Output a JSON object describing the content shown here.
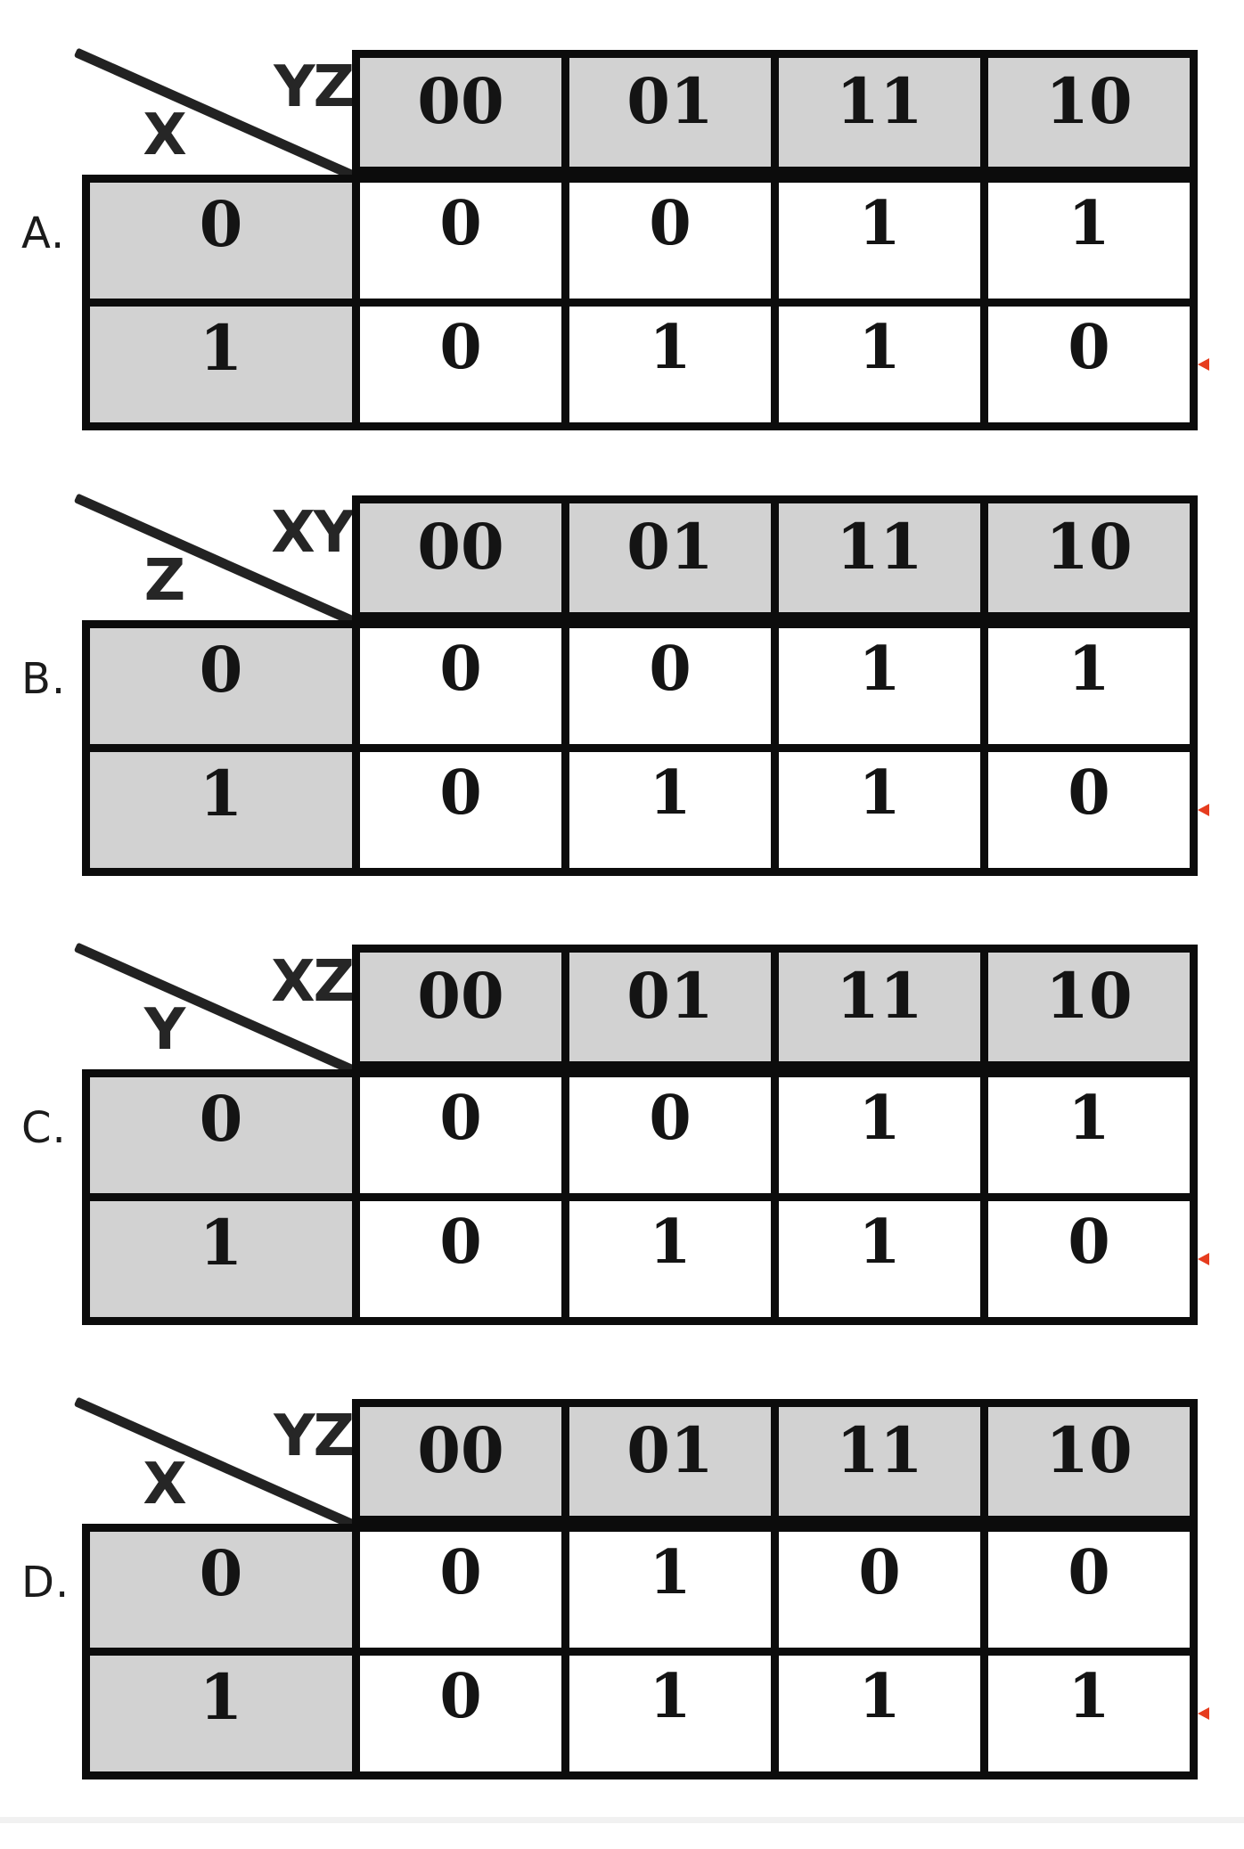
{
  "colors": {
    "header_fill": "#d2d2d2",
    "cell_fill": "#ffffff",
    "grid_border": "#0c0c0c",
    "digit": "#141414",
    "marker_red": "#e63c1e"
  },
  "maps": [
    {
      "option_label": "A.",
      "top_var": "YZ",
      "side_var": "X",
      "col_headers": [
        "00",
        "01",
        "11",
        "10"
      ],
      "rows": [
        {
          "label": "0",
          "values": [
            "0",
            "0",
            "1",
            "1"
          ]
        },
        {
          "label": "1",
          "values": [
            "0",
            "1",
            "1",
            "0"
          ]
        }
      ]
    },
    {
      "option_label": "B.",
      "top_var": "XY",
      "side_var": "Z",
      "col_headers": [
        "00",
        "01",
        "11",
        "10"
      ],
      "rows": [
        {
          "label": "0",
          "values": [
            "0",
            "0",
            "1",
            "1"
          ]
        },
        {
          "label": "1",
          "values": [
            "0",
            "1",
            "1",
            "0"
          ]
        }
      ]
    },
    {
      "option_label": "C.",
      "top_var": "XZ",
      "side_var": "Y",
      "col_headers": [
        "00",
        "01",
        "11",
        "10"
      ],
      "rows": [
        {
          "label": "0",
          "values": [
            "0",
            "0",
            "1",
            "1"
          ]
        },
        {
          "label": "1",
          "values": [
            "0",
            "1",
            "1",
            "0"
          ]
        }
      ]
    },
    {
      "option_label": "D.",
      "top_var": "YZ",
      "side_var": "X",
      "col_headers": [
        "00",
        "01",
        "11",
        "10"
      ],
      "rows": [
        {
          "label": "0",
          "values": [
            "0",
            "1",
            "0",
            "0"
          ]
        },
        {
          "label": "1",
          "values": [
            "0",
            "1",
            "1",
            "1"
          ]
        }
      ]
    }
  ]
}
